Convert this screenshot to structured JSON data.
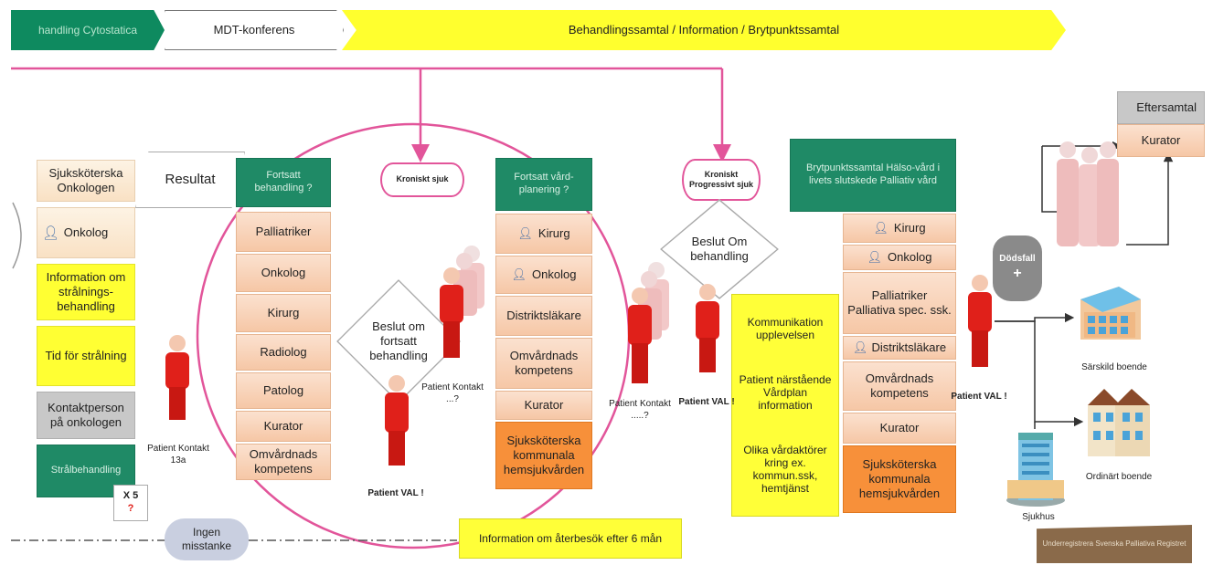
{
  "header": {
    "seg1": "handling Cytostatica",
    "seg2": "MDT-konferens",
    "seg3": "Behandlingssamtal / Information / Brytpunktssamtal"
  },
  "left_column": {
    "items": [
      "Sjuksköterska Onkologen",
      "Onkolog",
      "Information om strålnings-behandling",
      "Tid för strålning",
      "Kontaktperson på onkologen",
      "Strålbehandling"
    ]
  },
  "resultat": "Resultat",
  "xs_label": "X 5",
  "xs_mark": "?",
  "col2": {
    "header": "Fortsatt behandling ?",
    "items": [
      "Palliatriker",
      "Onkolog",
      "Kirurg",
      "Radiolog",
      "Patolog",
      "Kurator",
      "Omvårdnads kompetens"
    ]
  },
  "col3": {
    "header": "Fortsatt vård-planering ?",
    "items": [
      "Kirurg",
      "Onkolog",
      "Distriktsläkare",
      "Omvårdnads kompetens",
      "Kurator",
      "Sjuksköterska kommunala hemsjukvården"
    ]
  },
  "col4": {
    "header": "Brytpunktssamtal Hälso-vård i livets slutskede Palliativ vård",
    "items": [
      "Kirurg",
      "Onkolog",
      "Palliatriker Palliativa spec. ssk.",
      "Distriktsläkare",
      "Omvårdnads kompetens",
      "Kurator",
      "Sjuksköterska kommunala hemsjukvården"
    ]
  },
  "yellow_info": {
    "p1": "Kommunikation upplevelsen",
    "p2": "Patient närstående Vårdplan information",
    "p3": "Olika vårdaktörer kring ex. kommun.ssk, hemtjänst"
  },
  "cyl1": "Kroniskt sjuk",
  "cyl2": "Kroniskt Progressivt sjuk",
  "diamond1": "Beslut om fortsatt behandling",
  "diamond2": "Beslut Om behandling",
  "patients": {
    "p1": "Patient Kontakt 13a",
    "p2": "Patient VAL !",
    "p3": "Patient Kontakt ...?",
    "p4": "Patient Kontakt .....?",
    "p5": "Patient VAL !",
    "p6": "Patient VAL !"
  },
  "eftersamtal": "Eftersamtal",
  "kurator_right": "Kurator",
  "dodsfall": "Dödsfall",
  "dodsfall_sign": "+",
  "sarskild": "Särskild boende",
  "ordinart": "Ordinärt boende",
  "sjukhus": "Sjukhus",
  "ingen": "Ingen misstanke",
  "info_bottom": "Information om återbesök efter 6 mån",
  "bottom_right": "Underregistrera Svenska Palliativa Registret",
  "colors": {
    "pink": "#e2559a",
    "teal": "#1f8a66",
    "yellow": "#ffff33",
    "red": "#e0201a"
  }
}
